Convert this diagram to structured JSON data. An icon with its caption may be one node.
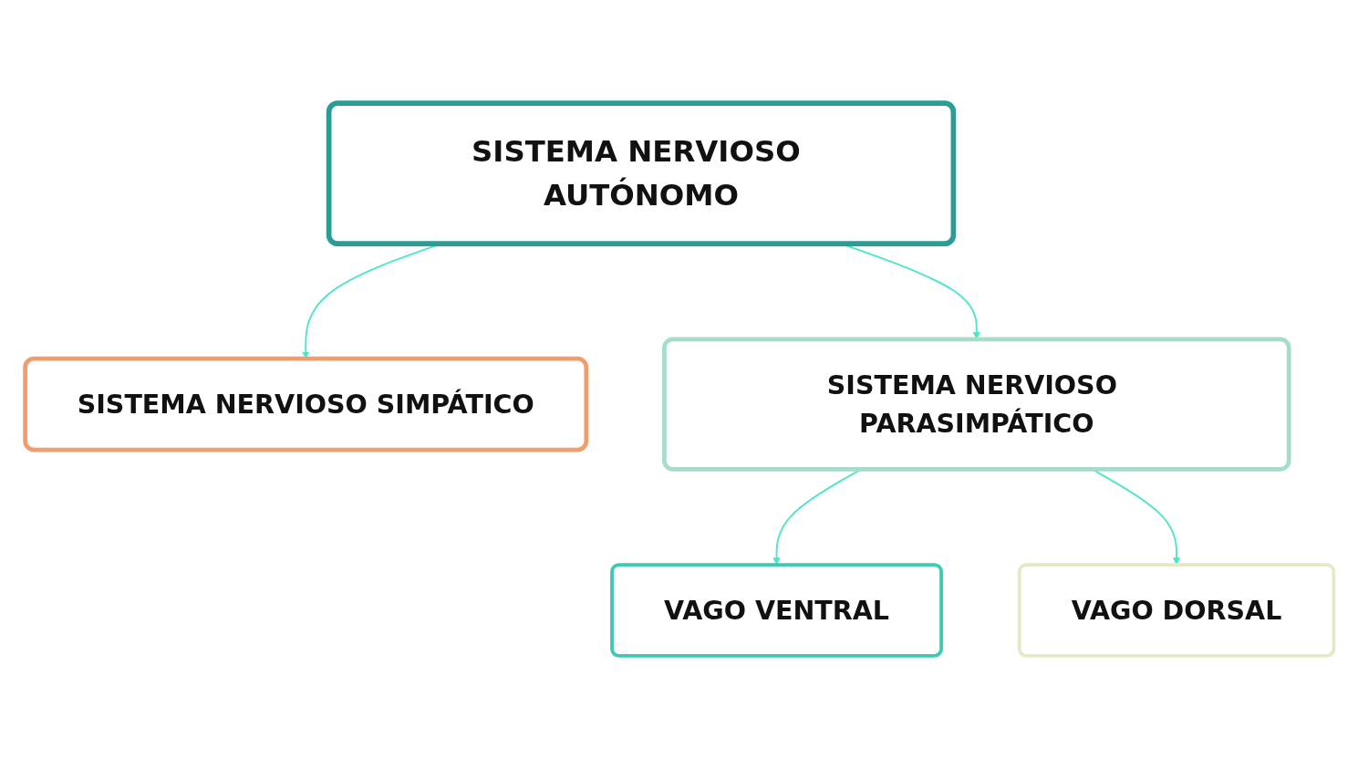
{
  "diagram": {
    "nodes": [
      {
        "text": [
          "SISTEMA NERVIOSO AUTÓNOMO"
        ]
      },
      {
        "text": [
          "SISTEMA NERVIOSO SIMPÁTICO"
        ]
      },
      {
        "text": [
          "SISTEMA NERVIOSO PARASIMPÁTICO"
        ]
      },
      {
        "text": [
          "VAGO VENTRAL"
        ]
      },
      {
        "text": [
          "VAGO DORSAL"
        ]
      }
    ],
    "edges": [
      {
        "from": 0,
        "to": 1,
        "arrow": "to"
      },
      {
        "from": 0,
        "to": 2,
        "arrow": "to"
      },
      {
        "from": 2,
        "to": 3,
        "arrow": "to"
      },
      {
        "from": 2,
        "to": 4,
        "arrow": "to"
      }
    ]
  }
}
